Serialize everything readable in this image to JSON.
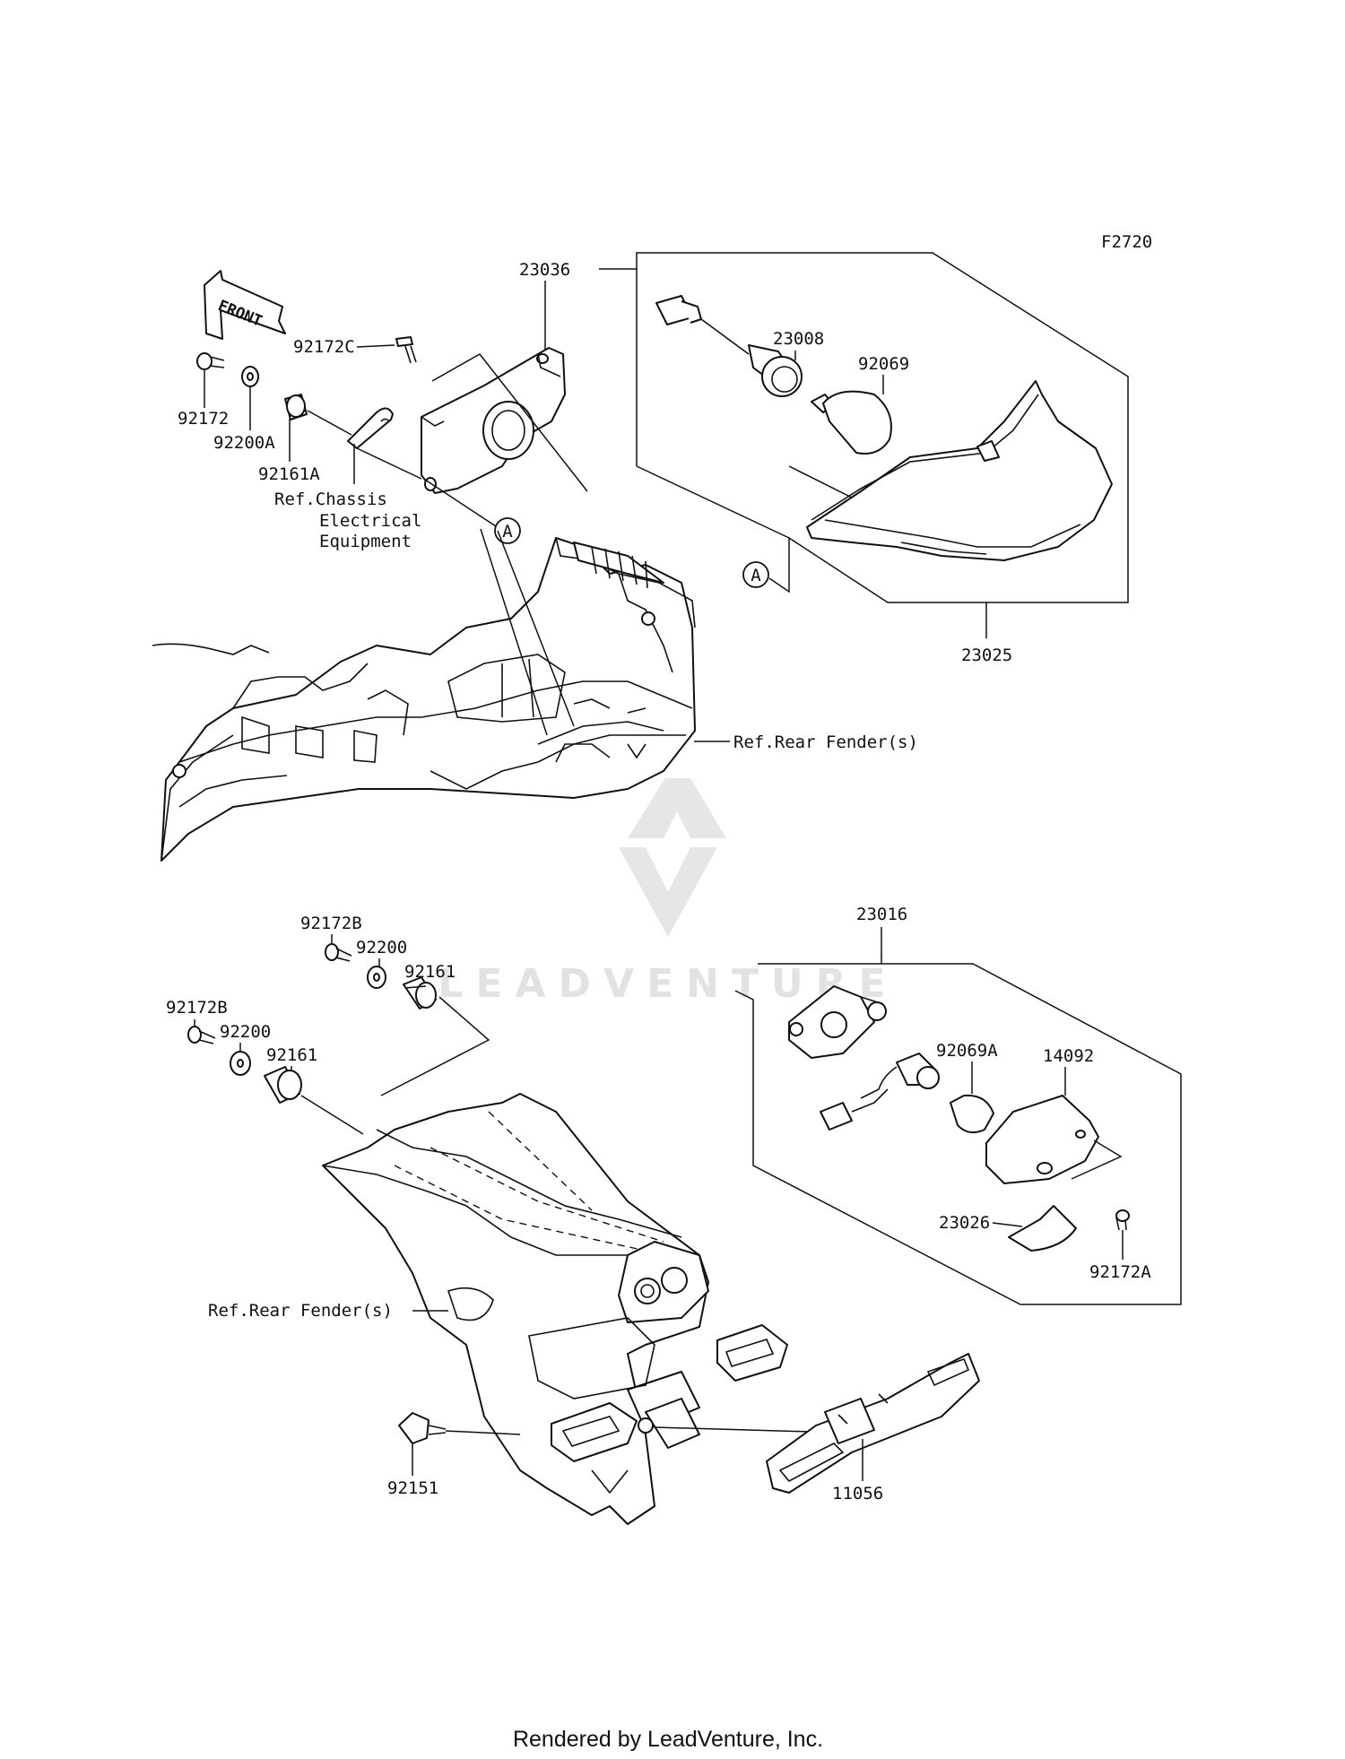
{
  "figure_code": "F2720",
  "front_label": "FRONT",
  "watermark": "LEADVENTURE",
  "footer": "Rendered by LeadVenture, Inc.",
  "callout_letter": "A",
  "refs": {
    "chassis": [
      "Ref.Chassis",
      "Electrical",
      "Equipment"
    ],
    "rear_fender_top": "Ref.Rear Fender(s)",
    "rear_fender_bottom": "Ref.Rear Fender(s)"
  },
  "parts": {
    "p23036": "23036",
    "p92172C": "92172C",
    "p92172": "92172",
    "p92200A": "92200A",
    "p92161A": "92161A",
    "p23008": "23008",
    "p92069": "92069",
    "p23025": "23025",
    "p92172B_1": "92172B",
    "p92200_1": "92200",
    "p92161_1": "92161",
    "p92172B_2": "92172B",
    "p92200_2": "92200",
    "p92161_2": "92161",
    "p23016": "23016",
    "p92069A": "92069A",
    "p14092": "14092",
    "p23026": "23026",
    "p92172A": "92172A",
    "p92151": "92151",
    "p11056": "11056"
  }
}
